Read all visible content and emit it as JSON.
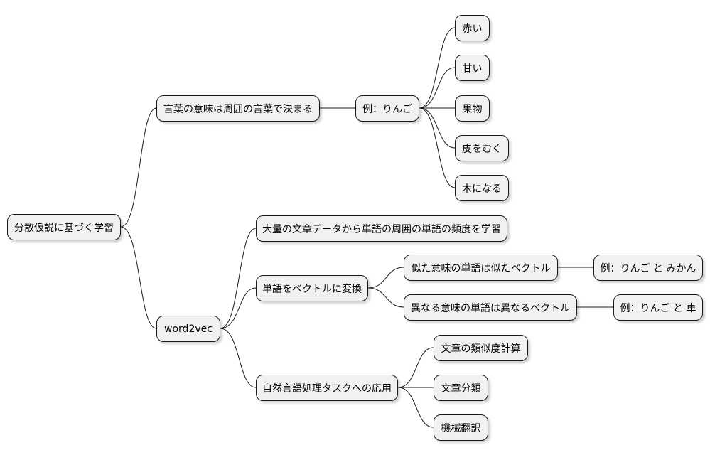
{
  "mindmap": {
    "root": "分散仮説に基づく学習",
    "branch_meaning": {
      "label": "言葉の意味は周囲の言葉で決まる",
      "example": {
        "label": "例：りんご",
        "attributes": [
          "赤い",
          "甘い",
          "果物",
          "皮をむく",
          "木になる"
        ]
      }
    },
    "branch_word2vec": {
      "label": "word2vec",
      "learning": "大量の文章データから単語の周囲の単語の頻度を学習",
      "conversion": {
        "label": "単語をベクトルに変換",
        "similar": {
          "label": "似た意味の単語は似たベクトル",
          "example": "例：りんご と みかん"
        },
        "different": {
          "label": "異なる意味の単語は異なるベクトル",
          "example": "例：りんご と 車"
        }
      },
      "applications": {
        "label": "自然言語処理タスクへの応用",
        "items": [
          "文章の類似度計算",
          "文章分類",
          "機械翻訳"
        ]
      }
    }
  }
}
